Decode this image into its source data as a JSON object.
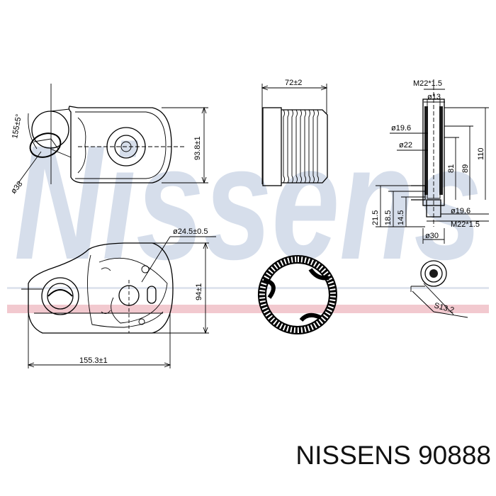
{
  "watermark": {
    "text": "Nissens",
    "color": "#cfd8e8",
    "accent": "#f2c9cf"
  },
  "product_label": "NISSENS 90888",
  "dimensions": {
    "angle": "155±5°",
    "d38": "ø38",
    "h93_8": "93.8±1",
    "w72": "72±2",
    "thread_top": "M22*1.5",
    "d13": "ø13",
    "d19_6_top": "ø19.6",
    "d22": "ø22",
    "h110": "110",
    "h89": "89",
    "h81": "81",
    "d24_5": "ø24.5±0.5",
    "h94": "94±1",
    "w155_3": "155.3±1",
    "h21_5": "21.5",
    "h18_5": "18.5",
    "h14_5": "14.5",
    "d19_6_bottom": "ø19.6",
    "thread_bottom": "M22*1.5",
    "d30": "ø30",
    "s13_2": "S13.2"
  }
}
